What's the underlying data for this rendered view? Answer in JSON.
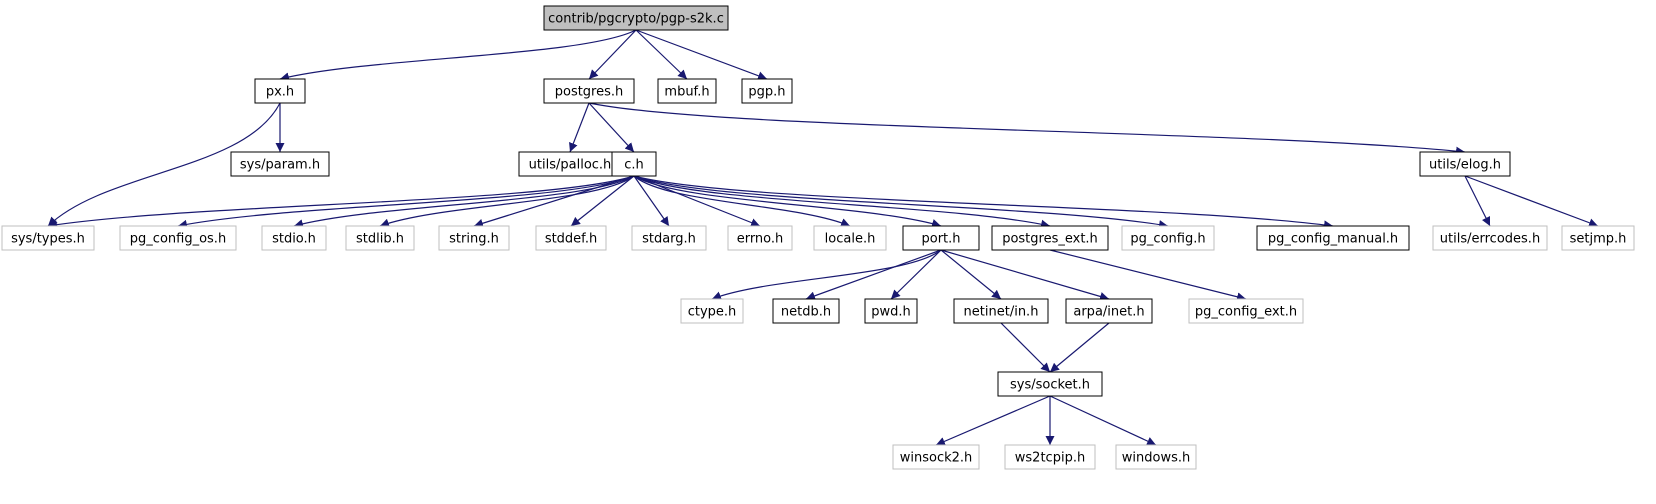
{
  "diagram": {
    "colors": {
      "edge": "#191970",
      "root_fill": "#bfbfbf",
      "documented_border": "#000000",
      "undocumented_border": "#bfbfbf"
    },
    "nodes": [
      {
        "id": "root",
        "label": "contrib/pgcrypto/pgp-s2k.c",
        "style": "root"
      },
      {
        "id": "px",
        "label": "px.h",
        "style": "documented"
      },
      {
        "id": "postgres",
        "label": "postgres.h",
        "style": "documented"
      },
      {
        "id": "mbuf",
        "label": "mbuf.h",
        "style": "documented"
      },
      {
        "id": "pgp",
        "label": "pgp.h",
        "style": "documented"
      },
      {
        "id": "sysparam",
        "label": "sys/param.h",
        "style": "documented"
      },
      {
        "id": "palloc",
        "label": "utils/palloc.h",
        "style": "documented"
      },
      {
        "id": "ch",
        "label": "c.h",
        "style": "documented"
      },
      {
        "id": "elog",
        "label": "utils/elog.h",
        "style": "documented"
      },
      {
        "id": "systypes",
        "label": "sys/types.h",
        "style": "undocumented"
      },
      {
        "id": "pgconfigos",
        "label": "pg_config_os.h",
        "style": "undocumented"
      },
      {
        "id": "stdio",
        "label": "stdio.h",
        "style": "undocumented"
      },
      {
        "id": "stdlib",
        "label": "stdlib.h",
        "style": "undocumented"
      },
      {
        "id": "string",
        "label": "string.h",
        "style": "undocumented"
      },
      {
        "id": "stddef",
        "label": "stddef.h",
        "style": "undocumented"
      },
      {
        "id": "stdarg",
        "label": "stdarg.h",
        "style": "undocumented"
      },
      {
        "id": "errno",
        "label": "errno.h",
        "style": "undocumented"
      },
      {
        "id": "locale",
        "label": "locale.h",
        "style": "undocumented"
      },
      {
        "id": "port",
        "label": "port.h",
        "style": "documented"
      },
      {
        "id": "postgresext",
        "label": "postgres_ext.h",
        "style": "documented"
      },
      {
        "id": "pgconfig",
        "label": "pg_config.h",
        "style": "undocumented"
      },
      {
        "id": "pgconfigmanual",
        "label": "pg_config_manual.h",
        "style": "documented"
      },
      {
        "id": "errcodes",
        "label": "utils/errcodes.h",
        "style": "undocumented"
      },
      {
        "id": "setjmp",
        "label": "setjmp.h",
        "style": "undocumented"
      },
      {
        "id": "ctype",
        "label": "ctype.h",
        "style": "undocumented"
      },
      {
        "id": "netdb",
        "label": "netdb.h",
        "style": "documented"
      },
      {
        "id": "pwd",
        "label": "pwd.h",
        "style": "documented"
      },
      {
        "id": "netinetin",
        "label": "netinet/in.h",
        "style": "documented"
      },
      {
        "id": "arpainet",
        "label": "arpa/inet.h",
        "style": "documented"
      },
      {
        "id": "pgconfigext",
        "label": "pg_config_ext.h",
        "style": "undocumented"
      },
      {
        "id": "syssocket",
        "label": "sys/socket.h",
        "style": "documented"
      },
      {
        "id": "winsock2",
        "label": "winsock2.h",
        "style": "undocumented"
      },
      {
        "id": "ws2tcpip",
        "label": "ws2tcpip.h",
        "style": "undocumented"
      },
      {
        "id": "windows",
        "label": "windows.h",
        "style": "undocumented"
      }
    ],
    "edges": [
      {
        "from": "root",
        "to": "px"
      },
      {
        "from": "root",
        "to": "postgres"
      },
      {
        "from": "root",
        "to": "mbuf"
      },
      {
        "from": "root",
        "to": "pgp"
      },
      {
        "from": "px",
        "to": "sysparam"
      },
      {
        "from": "px",
        "to": "systypes"
      },
      {
        "from": "postgres",
        "to": "palloc"
      },
      {
        "from": "postgres",
        "to": "ch"
      },
      {
        "from": "postgres",
        "to": "elog"
      },
      {
        "from": "ch",
        "to": "systypes"
      },
      {
        "from": "ch",
        "to": "pgconfigos"
      },
      {
        "from": "ch",
        "to": "stdio"
      },
      {
        "from": "ch",
        "to": "stdlib"
      },
      {
        "from": "ch",
        "to": "string"
      },
      {
        "from": "ch",
        "to": "stddef"
      },
      {
        "from": "ch",
        "to": "stdarg"
      },
      {
        "from": "ch",
        "to": "errno"
      },
      {
        "from": "ch",
        "to": "locale"
      },
      {
        "from": "ch",
        "to": "port"
      },
      {
        "from": "ch",
        "to": "postgresext"
      },
      {
        "from": "ch",
        "to": "pgconfig"
      },
      {
        "from": "ch",
        "to": "pgconfigmanual"
      },
      {
        "from": "elog",
        "to": "errcodes"
      },
      {
        "from": "elog",
        "to": "setjmp"
      },
      {
        "from": "port",
        "to": "ctype"
      },
      {
        "from": "port",
        "to": "netdb"
      },
      {
        "from": "port",
        "to": "pwd"
      },
      {
        "from": "port",
        "to": "netinetin"
      },
      {
        "from": "port",
        "to": "arpainet"
      },
      {
        "from": "postgresext",
        "to": "pgconfigext"
      },
      {
        "from": "netinetin",
        "to": "syssocket"
      },
      {
        "from": "arpainet",
        "to": "syssocket"
      },
      {
        "from": "syssocket",
        "to": "winsock2"
      },
      {
        "from": "syssocket",
        "to": "ws2tcpip"
      },
      {
        "from": "syssocket",
        "to": "windows"
      }
    ]
  }
}
